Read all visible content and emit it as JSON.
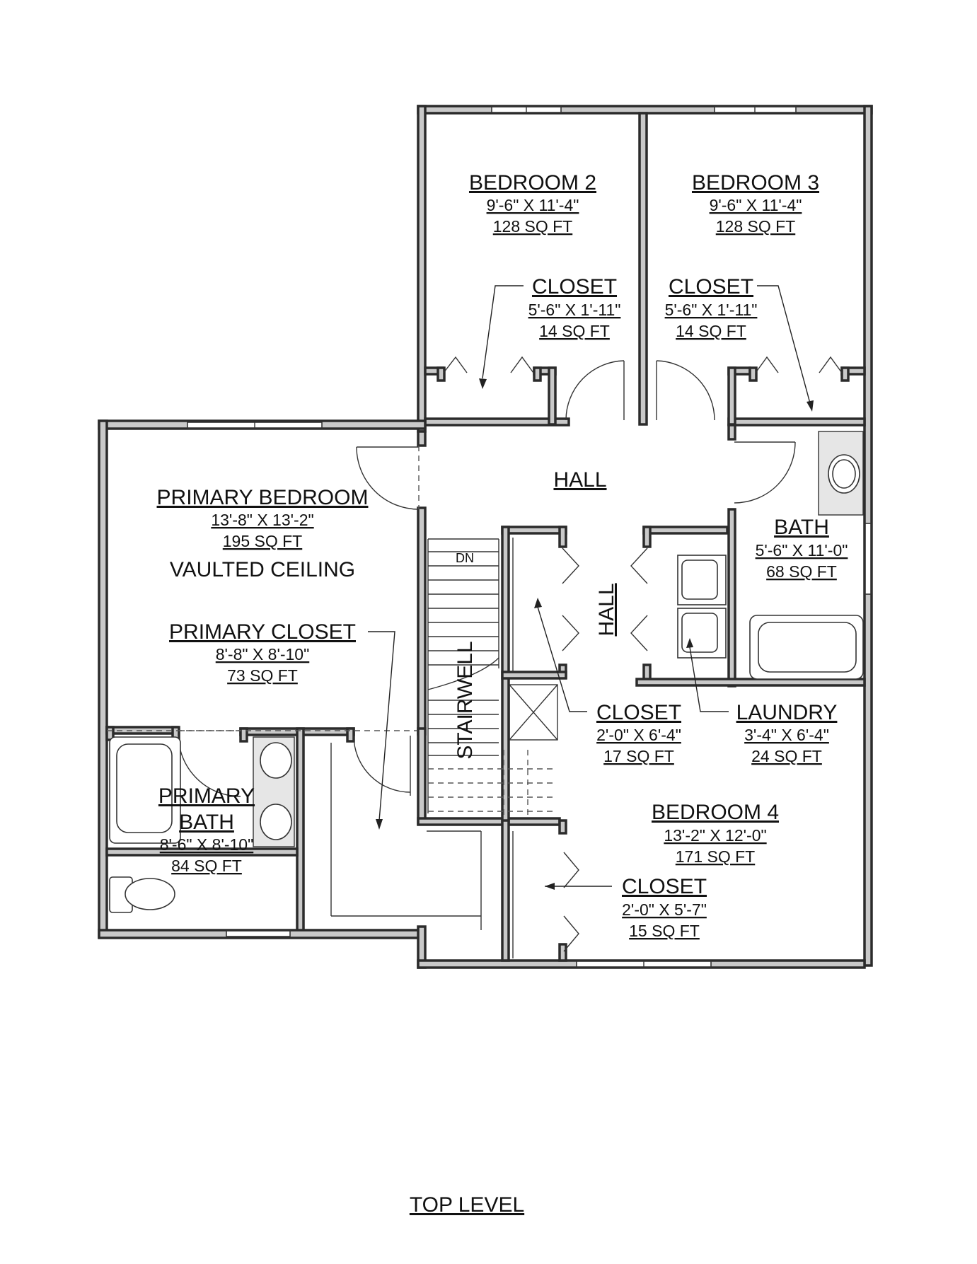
{
  "plan_title": "TOP LEVEL",
  "rooms": {
    "bedroom2": {
      "name": "BEDROOM 2",
      "dims": "9'-6\" X 11'-4\"",
      "area": "128 SQ FT"
    },
    "bedroom3": {
      "name": "BEDROOM 3",
      "dims": "9'-6\" X 11'-4\"",
      "area": "128 SQ FT"
    },
    "closet_b2": {
      "name": "CLOSET",
      "dims": "5'-6\" X 1'-11\"",
      "area": "14 SQ FT"
    },
    "closet_b3": {
      "name": "CLOSET",
      "dims": "5'-6\" X 1'-11\"",
      "area": "14 SQ FT"
    },
    "hall_main": {
      "name": "HALL"
    },
    "hall_vertical": {
      "name": "HALL"
    },
    "primary_bedroom": {
      "name": "PRIMARY BEDROOM",
      "dims": "13'-8\" X 13'-2\"",
      "area": "195 SQ FT",
      "note": "VAULTED CEILING"
    },
    "primary_closet": {
      "name": "PRIMARY CLOSET",
      "dims": "8'-8\" X 8'-10\"",
      "area": "73 SQ FT"
    },
    "primary_bath": {
      "name_line1": "PRIMARY",
      "name_line2": "BATH",
      "dims": "8'-6\" X 8'-10\"",
      "area": "84 SQ FT"
    },
    "bath": {
      "name": "BATH",
      "dims": "5'-6\" X 11'-0\"",
      "area": "68 SQ FT"
    },
    "stairwell": {
      "name": "STAIRWELL",
      "dn": "DN"
    },
    "closet_hall": {
      "name": "CLOSET",
      "dims": "2'-0\" X 6'-4\"",
      "area": "17 SQ FT"
    },
    "laundry": {
      "name": "LAUNDRY",
      "dims": "3'-4\" X 6'-4\"",
      "area": "24 SQ FT"
    },
    "bedroom4": {
      "name": "BEDROOM 4",
      "dims": "13'-2\" X 12'-0\"",
      "area": "171 SQ FT"
    },
    "closet_b4": {
      "name": "CLOSET",
      "dims": "2'-0\" X 5'-7\"",
      "area": "15 SQ FT"
    }
  }
}
